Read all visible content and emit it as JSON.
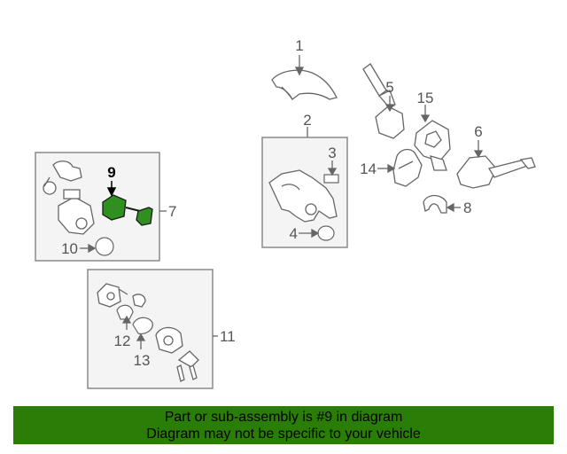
{
  "callouts": {
    "c1": "1",
    "c2": "2",
    "c3": "3",
    "c4": "4",
    "c5": "5",
    "c6": "6",
    "c7": "7",
    "c8": "8",
    "c9": "9",
    "c10": "10",
    "c11": "11",
    "c12": "12",
    "c13": "13",
    "c14": "14",
    "c15": "15"
  },
  "highlighted_part": "9",
  "colors": {
    "highlight_part": "#2f8f1f",
    "banner_background": "#2a7d07",
    "line_art": "#666666"
  },
  "banner": {
    "line1": "Part or sub-assembly is #9 in diagram",
    "line2": "Diagram may not be specific to your vehicle"
  }
}
